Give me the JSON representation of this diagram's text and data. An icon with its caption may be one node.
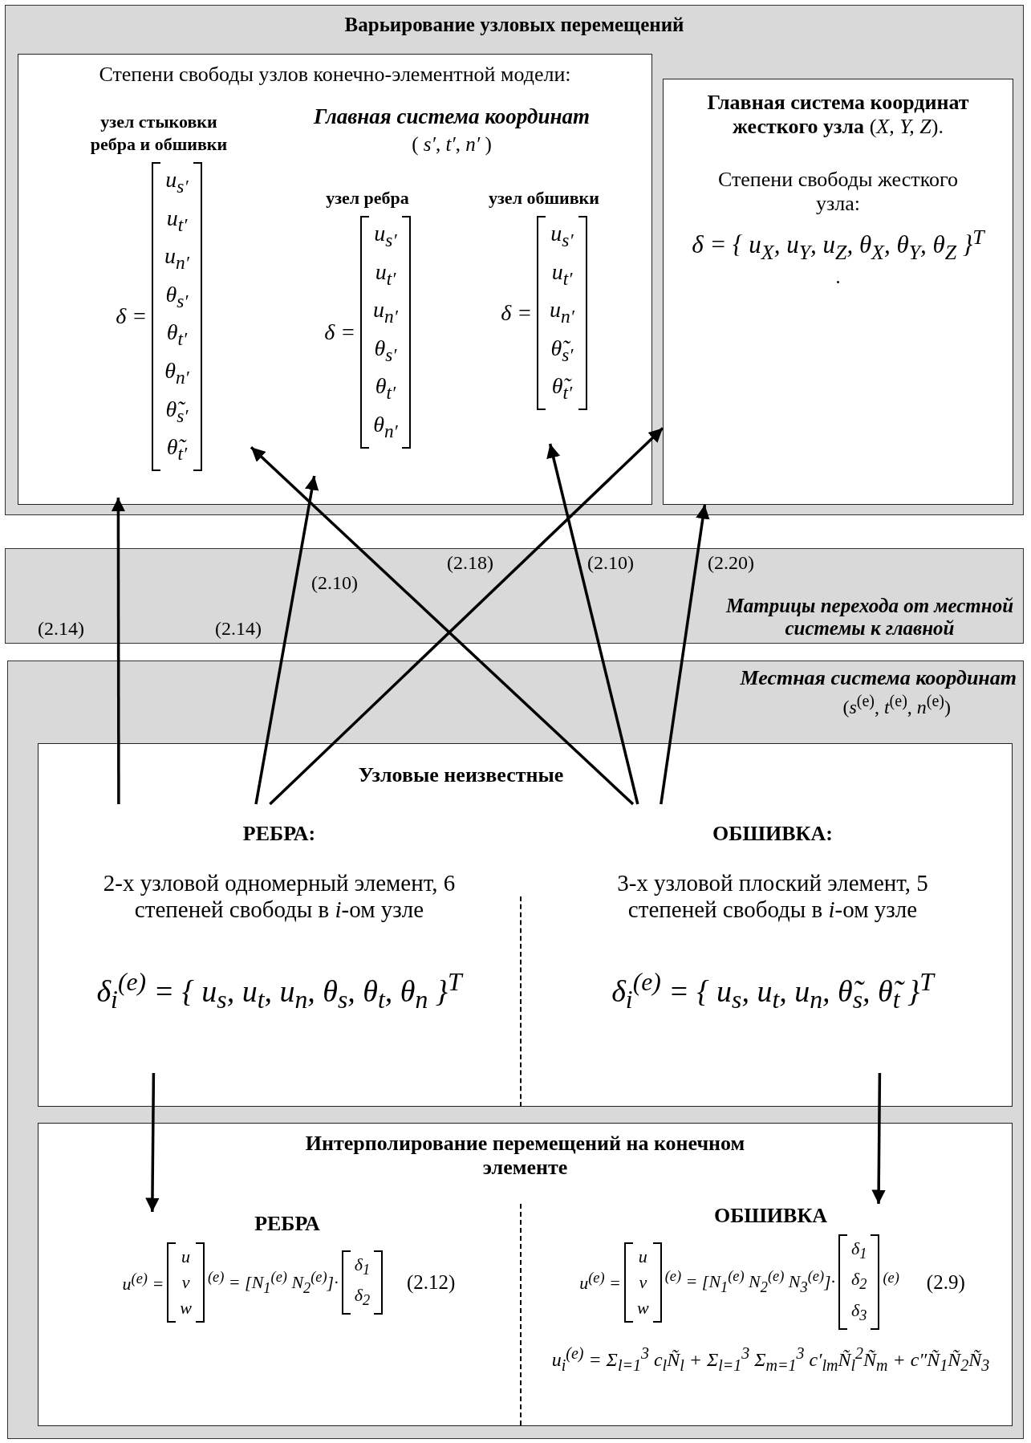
{
  "diagram": {
    "nodes": [
      {
        "text": [
          "Варьирование узловых перемещений"
        ]
      },
      {
        "text": [
          "Степени свободы узлов конечно-элементной модели:",
          "Главная система координат",
          "( *s′*, *t′*, *n′* )"
        ],
        "in": 0
      },
      {
        "text": [
          "узел стыковки ребра и обшивки",
          "δ =",
          "u$_{s′}$",
          "u$_{t′}$",
          "u$_{n′}$",
          "θ$_{s′}$",
          "θ$_{t′}$",
          "θ$_{n′}$",
          "θ̃$_{s′}$",
          "θ̃$_{t′}$"
        ],
        "in": 1
      },
      {
        "text": [
          "узел ребра",
          "δ =",
          "u$_{s′}$",
          "u$_{t′}$",
          "u$_{n′}$",
          "θ$_{s′}$",
          "θ$_{t′}$",
          "θ$_{n′}$"
        ],
        "in": 1
      },
      {
        "text": [
          "узел обшивки",
          "δ =",
          "u$_{s′}$",
          "u$_{t′}$",
          "u$_{n′}$",
          "θ̃$_{s′}$",
          "θ̃$_{t′}$"
        ],
        "in": 1
      },
      {
        "text": [
          "**Главная система координат жесткого узла** (*X, Y, Z*).",
          "Степени свободы жесткого узла:",
          "δ = { u$_{X}$, u$_{Y}$, u$_{Z}$, θ$_{X}$, θ$_{Y}$, θ$_{Z}$ }$^{T}$",
          "."
        ],
        "in": 0
      },
      {
        "text": [
          "Матрицы перехода от местной системы к главной"
        ]
      },
      {
        "text": [
          "Местная система координат",
          "(*s*$^{(e)}$, *t*$^{(e)}$, *n*$^{(e)}$)"
        ]
      },
      {
        "text": [
          "Узловые неизвестные"
        ],
        "in": 7
      },
      {
        "text": [
          "РЕБРА:",
          "2-х узловой одномерный элемент, 6 степеней свободы в *i*-ом узле",
          "δ$_{i}$$^{(e)}$ = { u$_{s}$, u$_{t}$, u$_{n}$, θ$_{s}$, θ$_{t}$, θ$_{n}$ }$^{T}$"
        ],
        "in": 8
      },
      {
        "text": [
          "ОБШИВКА:",
          "3-х узловой плоский элемент, 5 степеней свободы в *i*-ом узле",
          "δ$_{i}$$^{(e)}$ = { u$_{s}$, u$_{t}$, u$_{n}$, θ̃$_{s}$, θ̃$_{t}$ }$^{T}$"
        ],
        "in": 8
      },
      {
        "text": [
          "Интерполирование перемещений на конечном элементе"
        ],
        "in": 7
      },
      {
        "text": [
          "РЕБРА",
          "u$^{(e)}$ =",
          "u",
          "v",
          "w",
          "$^{(e)}$ = [N$_{1}$$^{(e)}$   N$_{2}$$^{(e)}$]·",
          "δ$_{1}$",
          "δ$_{2}$",
          "(2.12)"
        ],
        "in": 11
      },
      {
        "text": [
          "ОБШИВКА",
          "u$^{(e)}$ =",
          "u",
          "v",
          "w",
          "$^{(e)}$ = [N$_{1}$$^{(e)}$   N$_{2}$$^{(e)}$   N$_{3}$$^{(e)}$]·",
          "δ$_{1}$",
          "δ$_{2}$",
          "δ$_{3}$",
          "$^{(e)}$",
          "u$_{i}$$^{(e)}$ = Σ$_{l=1}$$^{3}$ c$_{l}$Ñ$_{l}$ + Σ$_{l=1}$$^{3}$ Σ$_{m=1}$$^{3}$ c′$_{lm}$Ñ$_{l}$$^{2}$Ñ$_{m}$ + c″Ñ$_{1}$Ñ$_{2}$Ñ$_{3}$",
          "(2.9)"
        ],
        "in": 11
      }
    ],
    "edges": [
      {
        "from": 9,
        "to": 2,
        "arrow": "to",
        "label": "(2.14)"
      },
      {
        "from": 9,
        "to": 3,
        "arrow": "to",
        "label": "(2.14)"
      },
      {
        "from": 9,
        "to": 5,
        "arrow": "to",
        "label": "(2.18)"
      },
      {
        "from": 10,
        "to": 2,
        "arrow": "to",
        "label": "(2.10)"
      },
      {
        "from": 10,
        "to": 4,
        "arrow": "to",
        "label": "(2.10)"
      },
      {
        "from": 10,
        "to": 5,
        "arrow": "to",
        "label": "(2.20)"
      },
      {
        "from": 9,
        "to": 12,
        "arrow": "to"
      },
      {
        "from": 10,
        "to": 13,
        "arrow": "to"
      }
    ]
  }
}
